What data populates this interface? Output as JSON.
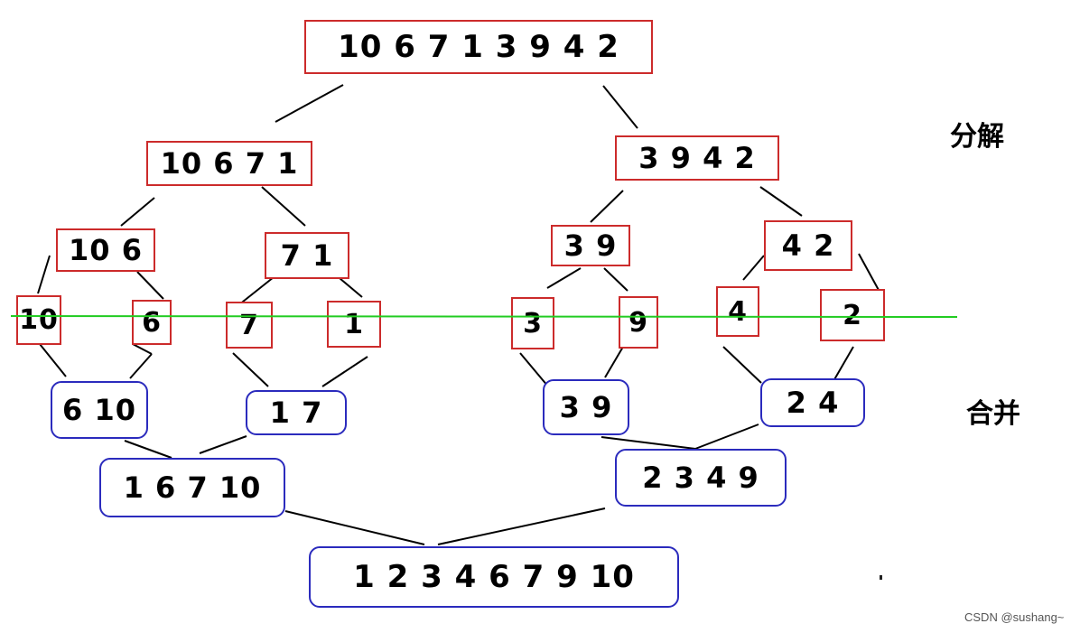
{
  "split_nodes": [
    {
      "id": "s-root",
      "text": "10 6 7 1 3 9 4 2"
    },
    {
      "id": "s-l",
      "text": "10 6 7 1"
    },
    {
      "id": "s-r",
      "text": "3 9 4 2"
    },
    {
      "id": "s-ll",
      "text": "10 6"
    },
    {
      "id": "s-lr",
      "text": "7 1"
    },
    {
      "id": "s-rl",
      "text": "3 9"
    },
    {
      "id": "s-rr",
      "text": "4 2"
    },
    {
      "id": "s-10",
      "text": "10"
    },
    {
      "id": "s-6",
      "text": "6"
    },
    {
      "id": "s-7",
      "text": "7"
    },
    {
      "id": "s-1",
      "text": "1"
    },
    {
      "id": "s-3",
      "text": "3"
    },
    {
      "id": "s-9",
      "text": "9"
    },
    {
      "id": "s-4",
      "text": "4"
    },
    {
      "id": "s-2",
      "text": "2"
    }
  ],
  "merge_nodes": [
    {
      "id": "m-ll",
      "text": "6 10"
    },
    {
      "id": "m-lr",
      "text": "1 7"
    },
    {
      "id": "m-rl",
      "text": "3 9"
    },
    {
      "id": "m-rr",
      "text": "2 4"
    },
    {
      "id": "m-l",
      "text": "1 6 7 10"
    },
    {
      "id": "m-r",
      "text": "2 3 4 9"
    },
    {
      "id": "m-root",
      "text": "1 2 3 4 6 7 9 10"
    }
  ],
  "labels": {
    "split": "分解",
    "merge": "合并",
    "watermark": "CSDN @sushang~"
  },
  "colors": {
    "split_border": "#cc2b2b",
    "merge_border": "#2b2bbd",
    "divider": "#22cc22",
    "connector": "#000000"
  }
}
